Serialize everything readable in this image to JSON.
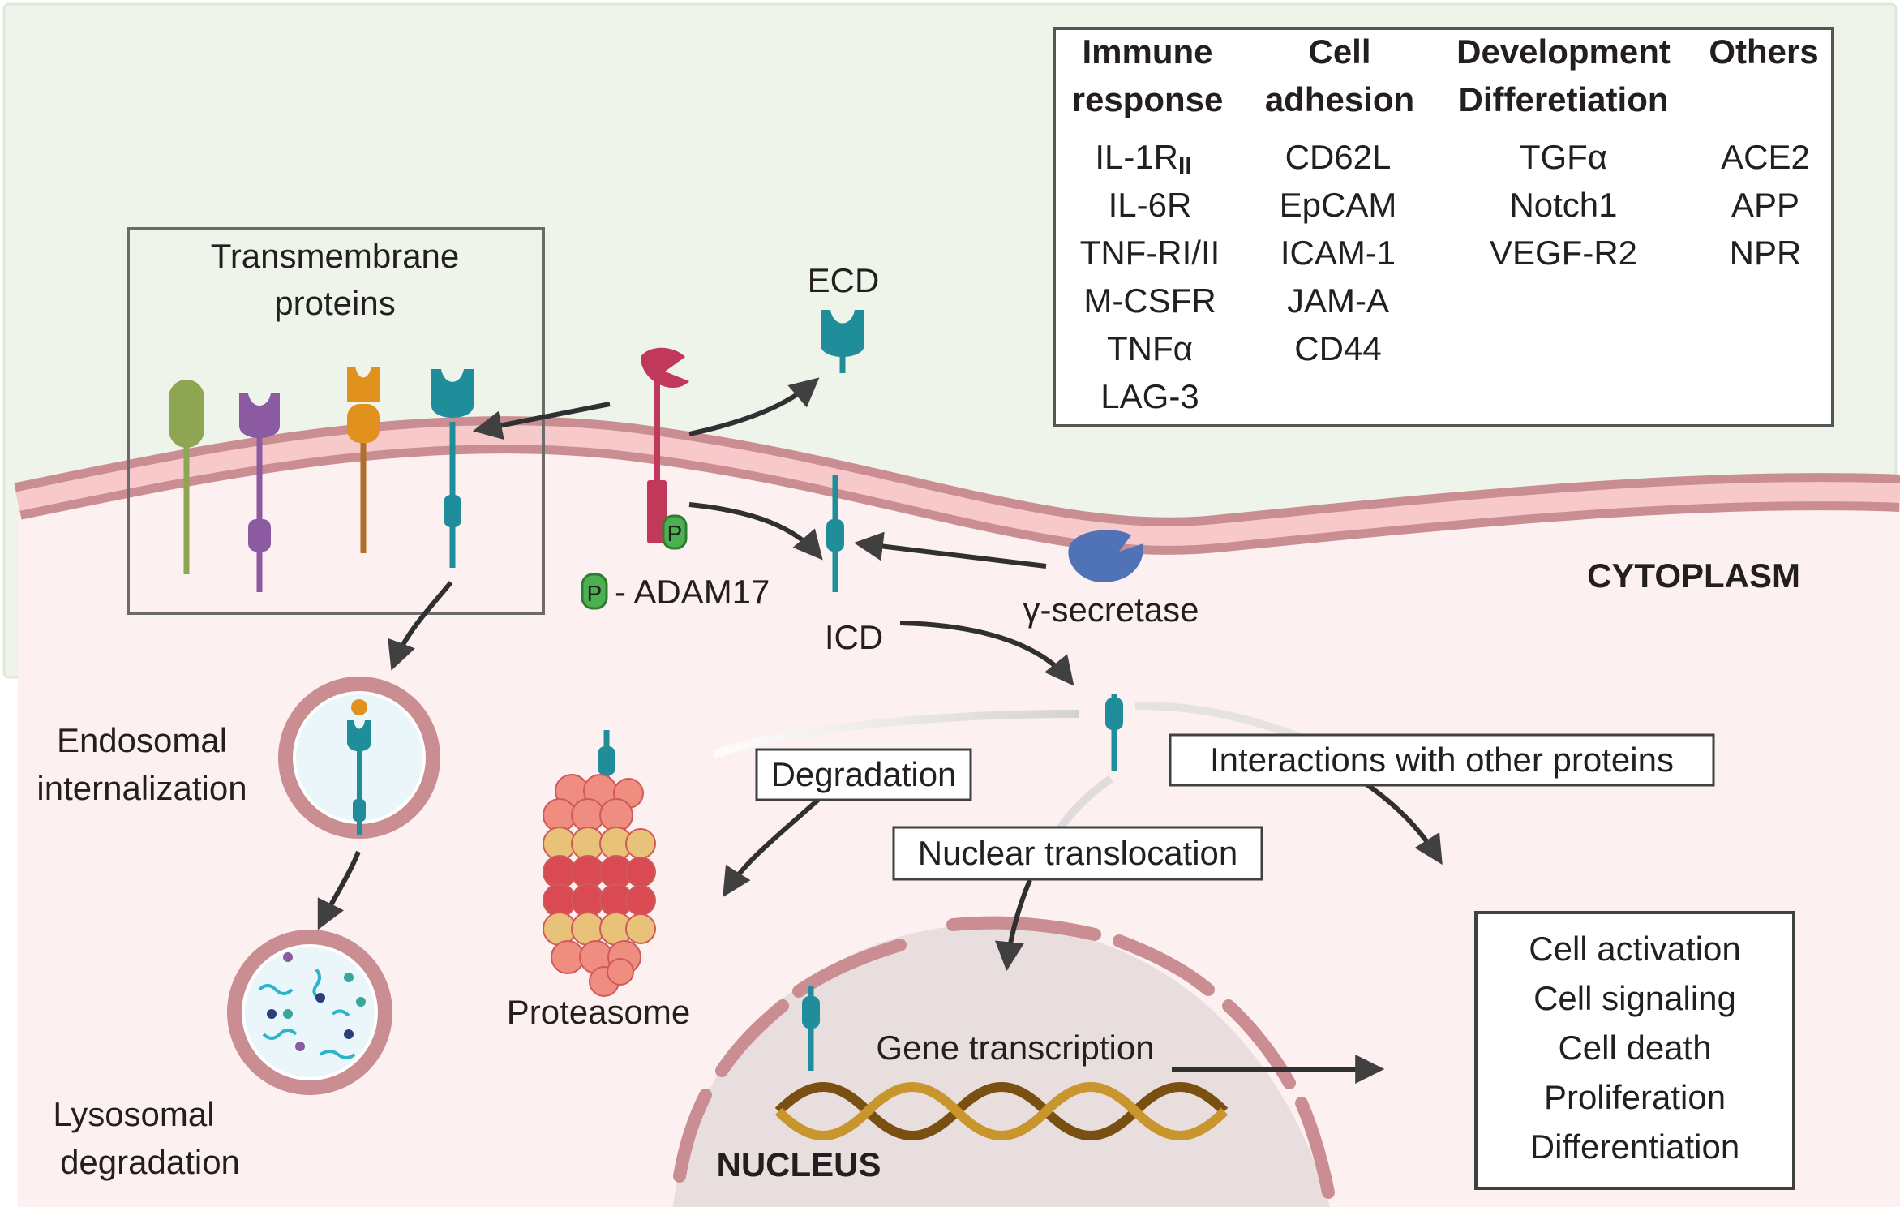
{
  "colors": {
    "extracellular": "#eef4ea",
    "cytoplasm": "#fdf0f0",
    "membrane": "#e7aeb2",
    "membrane_edge": "#c98d92",
    "teal": "#1f8e9a",
    "adam17": "#c0395a",
    "gsecretase": "#4f73b6",
    "olive": "#8ea552",
    "purple": "#8b5aa0",
    "orange": "#e1911d",
    "phospho": "#4caf50"
  },
  "icons": [
    "protein-receptor-icon",
    "scissors-enzyme-icon",
    "phosphate-badge-icon",
    "proteasome-icon",
    "dna-helix-icon",
    "endosome-icon",
    "lysosome-icon"
  ],
  "table": {
    "headers": [
      [
        "Immune",
        "response"
      ],
      [
        "Cell",
        "adhesion"
      ],
      [
        "Development",
        "Differetiation"
      ],
      [
        "Others"
      ]
    ],
    "columns": [
      [
        "IL-1R",
        "IL-6R",
        "TNF-RI/II",
        "M-CSFR",
        "TNFα",
        "LAG-3"
      ],
      [
        "CD62L",
        "EpCAM",
        "ICAM-1",
        "JAM-A",
        "CD44"
      ],
      [
        "TGFα",
        "Notch1",
        "VEGF-R2"
      ],
      [
        "ACE2",
        "APP",
        "NPR"
      ]
    ],
    "il1r_subscript": "II"
  },
  "labels": {
    "transmembrane": [
      "Transmembrane",
      "proteins"
    ],
    "ecd": "ECD",
    "icd": "ICD",
    "adam17": "- ADAM17",
    "phospho": "P",
    "gsecretase": "γ-secretase",
    "cytoplasm": "CYTOPLASM",
    "endosomal": [
      "Endosomal",
      "internalization"
    ],
    "lysosomal": [
      "Lysosomal",
      "degradation"
    ],
    "proteasome": "Proteasome",
    "degradation": "Degradation",
    "interactions": "Interactions with other proteins",
    "nuclear_translocation": "Nuclear translocation",
    "gene_transcription": "Gene transcription",
    "nucleus": "NUCLEUS"
  },
  "outcomes": [
    "Cell activation",
    "Cell signaling",
    "Cell death",
    "Proliferation",
    "Differentiation"
  ]
}
